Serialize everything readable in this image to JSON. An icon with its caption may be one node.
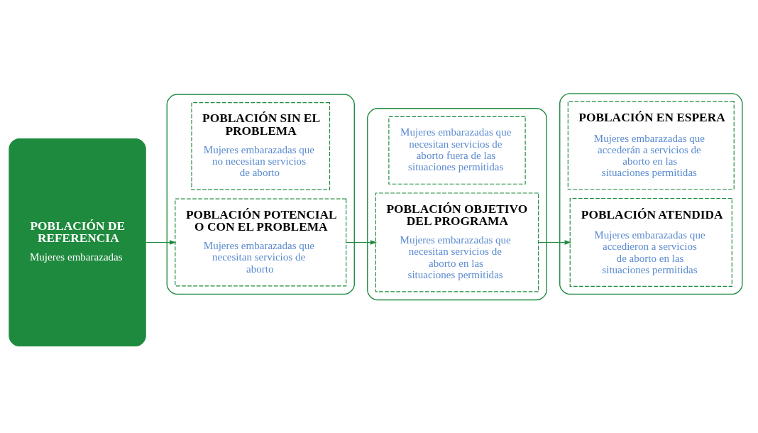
{
  "diagram": {
    "nodes": [
      {
        "text": [
          "POBLACIÓN DE REFERENCIA",
          "Mujeres embarazadas"
        ]
      },
      {
        "text": [],
        "shape": "box"
      },
      {
        "text": [
          "POBLACIÓN SIN EL PROBLEMA",
          "Mujeres embarazadas que no necesitan servicios de aborto"
        ],
        "in": 1
      },
      {
        "text": [
          "POBLACIÓN POTENCIAL O CON EL PROBLEMA",
          "Mujeres embarazadas que necesitan servicios de aborto"
        ],
        "in": 1
      },
      {
        "text": [],
        "shape": "box"
      },
      {
        "text": [
          "Mujeres embarazadas que necesitan servicios de aborto fuera de las situaciones permitidas"
        ],
        "in": 4
      },
      {
        "text": [
          "POBLACIÓN OBJETIVO DEL PROGRAMA",
          "Mujeres embarazadas que necesitan servicios de aborto en las situaciones permitidas"
        ],
        "in": 4
      },
      {
        "text": [],
        "shape": "box"
      },
      {
        "text": [
          "POBLACIÓN EN ESPERA",
          "Mujeres embarazadas que accederán a servicios de aborto en las situaciones permitidas"
        ],
        "in": 7
      },
      {
        "text": [
          "POBLACIÓN ATENDIDA",
          "Mujeres embarazadas que accedieron a servicios de aborto en las situaciones permitidas"
        ],
        "in": 7
      }
    ],
    "edges": [
      {
        "from": 0,
        "to": 3,
        "arrow": "to"
      },
      {
        "from": 3,
        "to": 6,
        "arrow": "to"
      },
      {
        "from": 6,
        "to": 9,
        "arrow": "to"
      }
    ]
  }
}
